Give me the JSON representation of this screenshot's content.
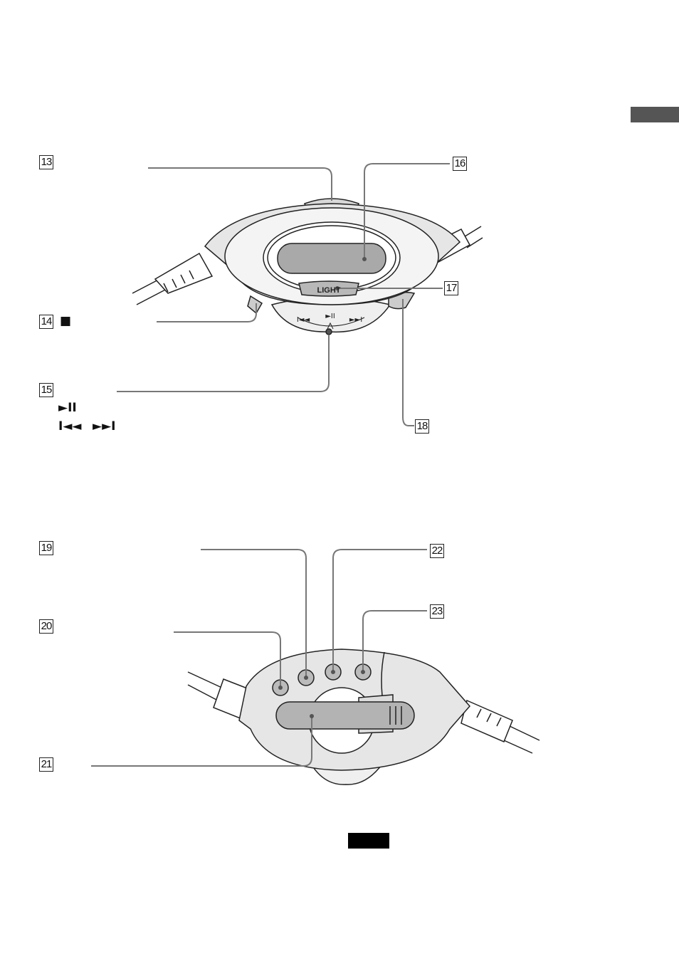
{
  "callouts": {
    "c13": "13",
    "c14": "14",
    "c15": "15",
    "c16": "16",
    "c17": "17",
    "c18": "18",
    "c19": "19",
    "c20": "20",
    "c21": "21",
    "c22": "22",
    "c23": "23"
  },
  "symbols": {
    "stop": "■",
    "play_pause": "►II",
    "prev": "I◄◄",
    "next": "►►I"
  },
  "remote_front": {
    "light_label": "LIGHT",
    "jog_prev": "I◄◄",
    "jog_play": "►II",
    "jog_next": "►►I"
  },
  "colors": {
    "line": "#777777",
    "body_fill": "#e6e6e6",
    "display_fill": "#a9a9a9",
    "header_tab": "#555555",
    "footer_tab": "#000000"
  }
}
